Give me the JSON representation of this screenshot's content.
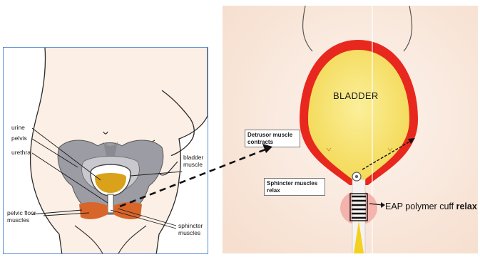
{
  "left_panel": {
    "labels": {
      "urine": "urine",
      "pelvis": "pelvis",
      "urethra": "urethra",
      "bladder_muscle_1": "bladder",
      "bladder_muscle_2": "muscle",
      "pelvic_floor_1": "pelvic floor",
      "pelvic_floor_2": "muscles",
      "sphincter_1": "sphincter",
      "sphincter_2": "muscles"
    }
  },
  "right_panel": {
    "bladder_label": "BLADDER",
    "detrusor_label_1": "Detrusor muscle",
    "detrusor_label_2": "contracts",
    "sphincter_label_1": "Sphincter muscles",
    "sphincter_label_2": "relax",
    "eap_label_main": "EAP polymer cuff",
    "eap_label_bold": "relax"
  },
  "colors": {
    "panel_border": "#5b8fd1",
    "bladder_wall": "#e8281e",
    "urine": "#f7e36a",
    "pelvis_gray": "#9c9ca4",
    "muscle_orange": "#d8652a",
    "background_peach": "#f9e6d8",
    "arrow": "#111111"
  }
}
